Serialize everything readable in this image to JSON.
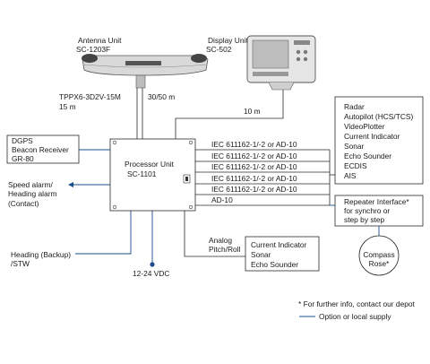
{
  "antenna": {
    "title": "Antenna Unit",
    "model": "SC-1203F"
  },
  "display": {
    "title": "Display Unit",
    "model": "SC-502"
  },
  "cable_antenna": {
    "type": "TPPX6-3D2V-15M",
    "length": "15 m"
  },
  "cable_display_alt": "30/50 m",
  "cable_display_len": "10 m",
  "processor": {
    "title": "Processor Unit",
    "model": "SC-1101"
  },
  "dgps": {
    "line1": "DGPS",
    "line2": "Beacon Receiver",
    "line3": "GR-80"
  },
  "alarm": {
    "line1": "Speed alarm/",
    "line2": "Heading alarm",
    "line3": "(Contact)"
  },
  "heading_in": {
    "line1": "Heading (Backup)",
    "line2": "/STW"
  },
  "power": "12-24 VDC",
  "outputs": [
    "IEC 611162-1/-2 or AD-10",
    "IEC 611162-1/-2 or AD-10",
    "IEC 611162-1/-2 or AD-10",
    "IEC 611162-1/-2 or AD-10",
    "IEC 611162-1/-2 or AD-10",
    "AD-10"
  ],
  "devices": [
    "Radar",
    "Autopilot (HCS/TCS)",
    "VideoPlotter",
    "Current Indicator",
    "Sonar",
    "Echo Sounder",
    "ECDIS",
    "AIS"
  ],
  "repeater": {
    "line1": "Repeater Interface*",
    "line2": "for synchro or",
    "line3": "step by step"
  },
  "compass": {
    "line1": "Compass",
    "line2": "Rose*"
  },
  "analog": {
    "line1": "Analog",
    "line2": "Pitch/Roll"
  },
  "analog_devices": [
    "Current Indicator",
    "Sonar",
    "Echo Sounder"
  ],
  "notes": {
    "footnote": "* For further info, contact our depot",
    "legend": "Option or local supply"
  },
  "colors": {
    "option_line": "#1a4c8c",
    "line": "#2a2a2a"
  }
}
